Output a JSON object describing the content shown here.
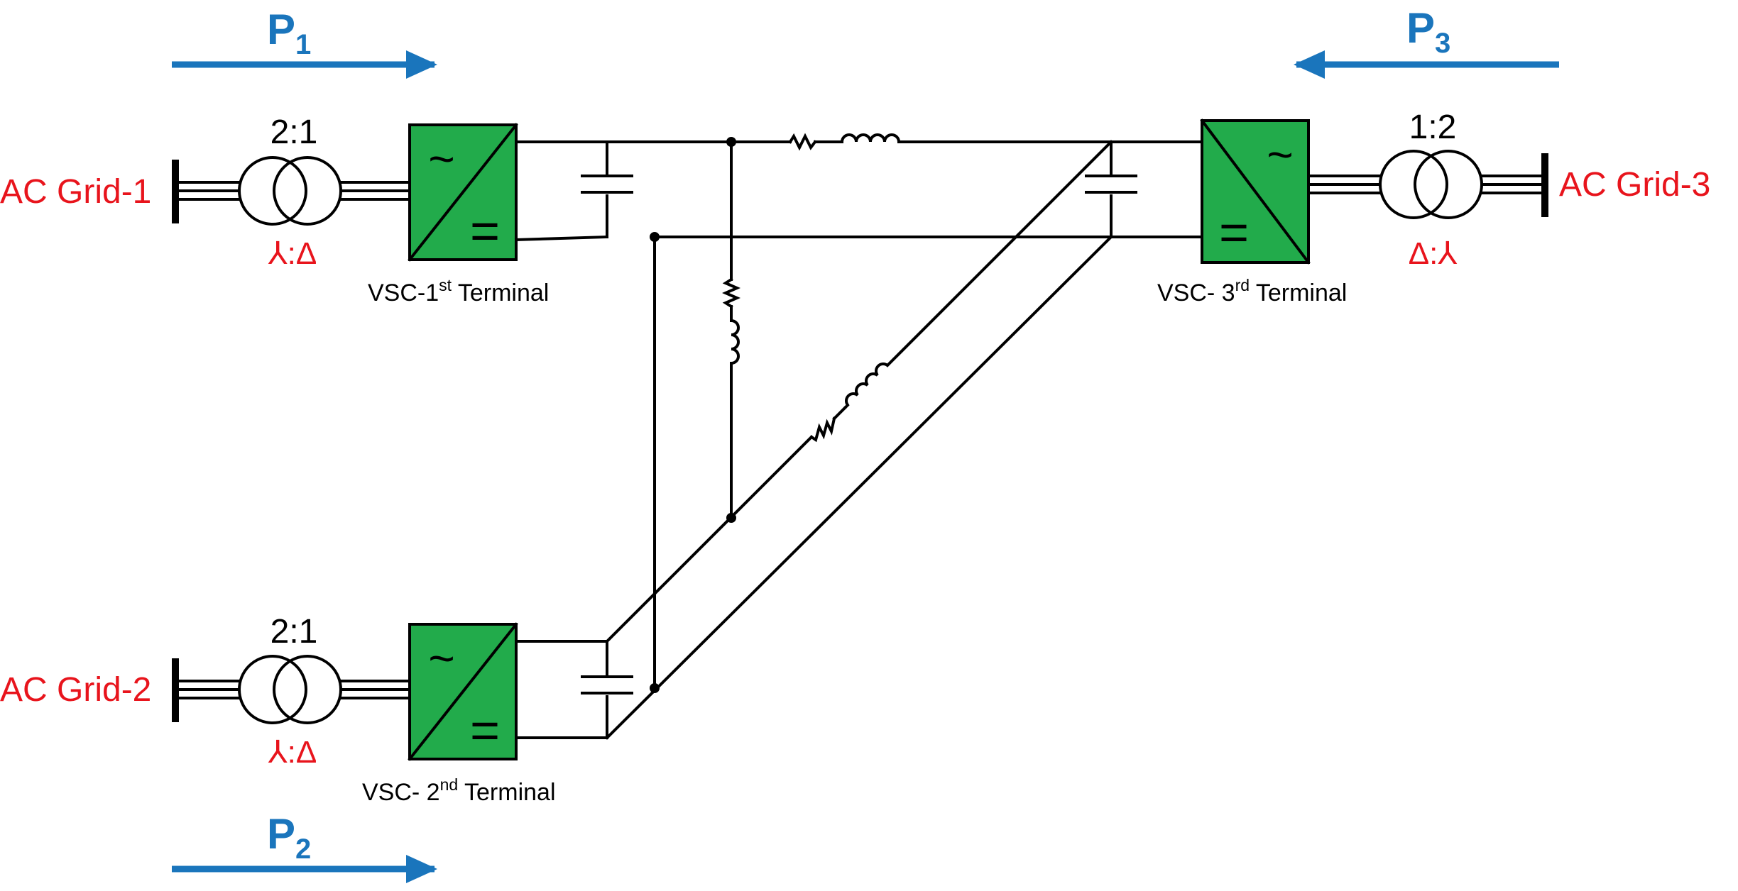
{
  "colors": {
    "grid_label": "#e8141c",
    "power_arrow": "#1a75bc",
    "converter_fill": "#22ab4b",
    "line": "#000000"
  },
  "powers": {
    "p1": {
      "main": "P",
      "sub": "1"
    },
    "p2": {
      "main": "P",
      "sub": "2"
    },
    "p3": {
      "main": "P",
      "sub": "3"
    }
  },
  "grids": {
    "grid1": "AC Grid-1",
    "grid2": "AC Grid-2",
    "grid3": "AC Grid-3"
  },
  "transformers": {
    "t1": {
      "ratio": "2:1",
      "winding": "⅄:Δ"
    },
    "t2": {
      "ratio": "2:1",
      "winding": "⅄:Δ"
    },
    "t3": {
      "ratio": "1:2",
      "winding": "Δ:⅄"
    }
  },
  "converters": {
    "vsc1": {
      "prefix": "VSC-1",
      "sup": "st",
      "suffix": " Terminal"
    },
    "vsc2": {
      "prefix": "VSC- 2",
      "sup": "nd",
      "suffix": " Terminal"
    },
    "vsc3": {
      "prefix": "VSC- 3",
      "sup": "rd",
      "suffix": " Terminal"
    }
  },
  "symbols": {
    "ac": "~",
    "dc": "="
  }
}
